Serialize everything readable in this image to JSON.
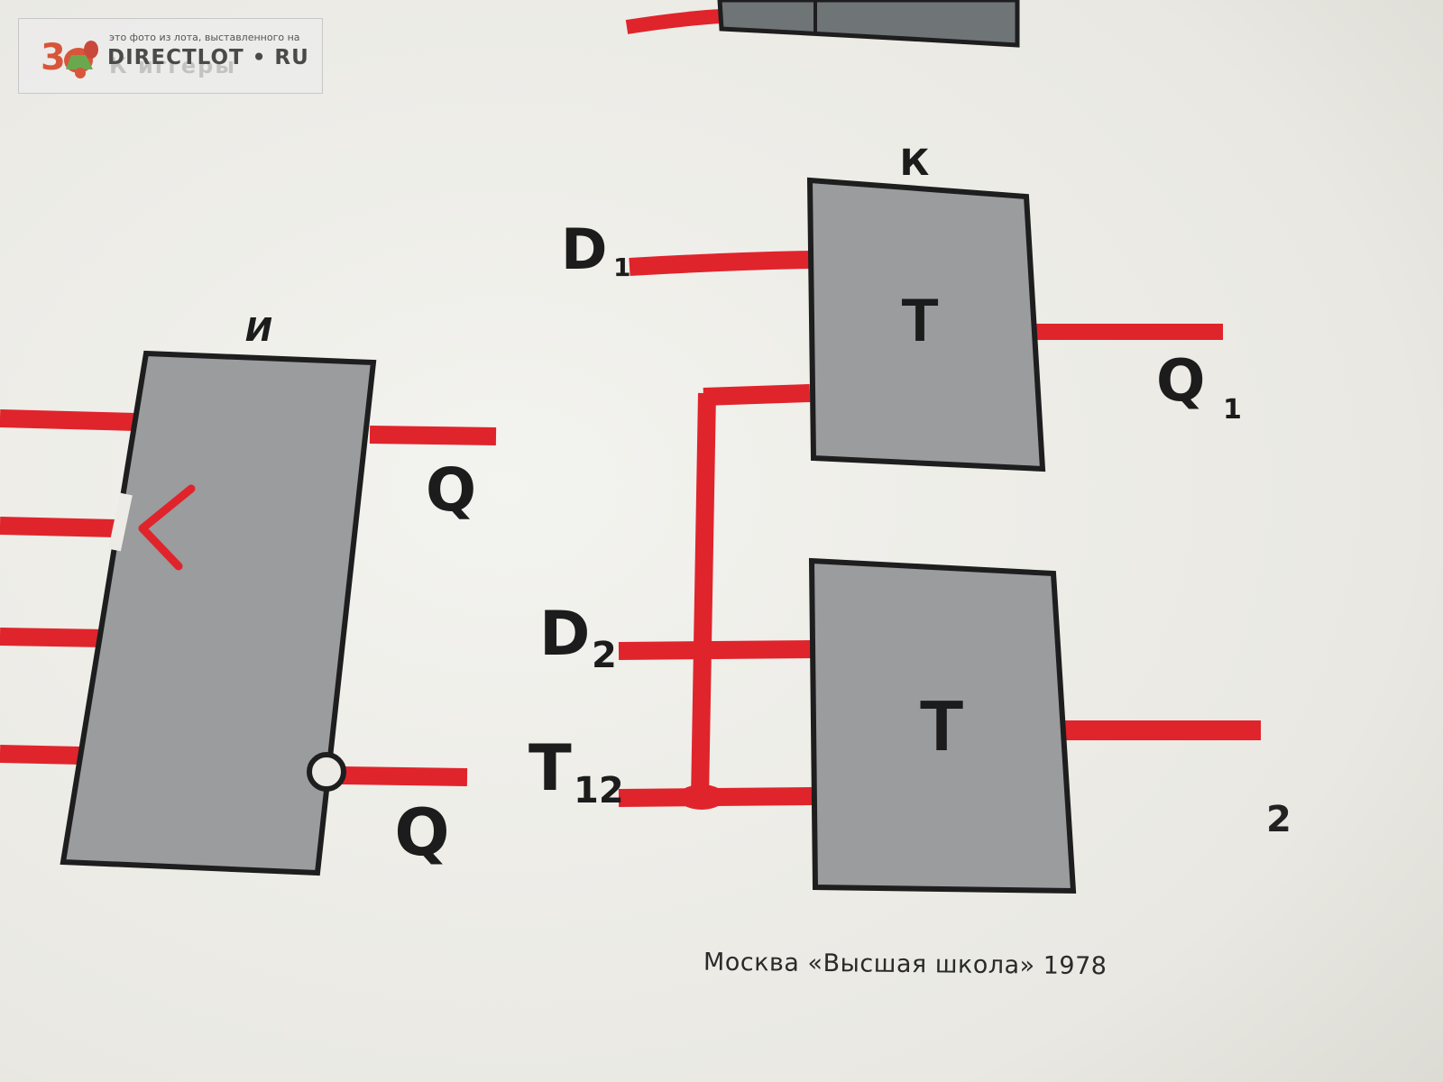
{
  "watermark": {
    "caption": "это фото из лота, выставленного на",
    "brand": "DIRECTLOT • RU",
    "ghost_text": "К   иггеры"
  },
  "blocks": {
    "and_gate": {
      "header": "И"
    },
    "trigger_1": {
      "header": "К",
      "label": "T"
    },
    "trigger_2": {
      "label": "T"
    }
  },
  "signals": {
    "q": "Q",
    "q_inverted": "Q",
    "d1": {
      "letter": "D",
      "index": "1"
    },
    "q1": {
      "letter": "Q",
      "index": "1"
    },
    "d2": {
      "letter": "D",
      "index": "2"
    },
    "t12": {
      "letter": "T",
      "index": "12"
    }
  },
  "page_number": "2",
  "footer": "Москва «Высшая школа» 1978",
  "colors": {
    "paper": "#ecebe6",
    "wire": "#e0242c",
    "block_fill": "#9a9c9e",
    "block_border": "#1e1e1e",
    "text": "#1c1c1c"
  }
}
